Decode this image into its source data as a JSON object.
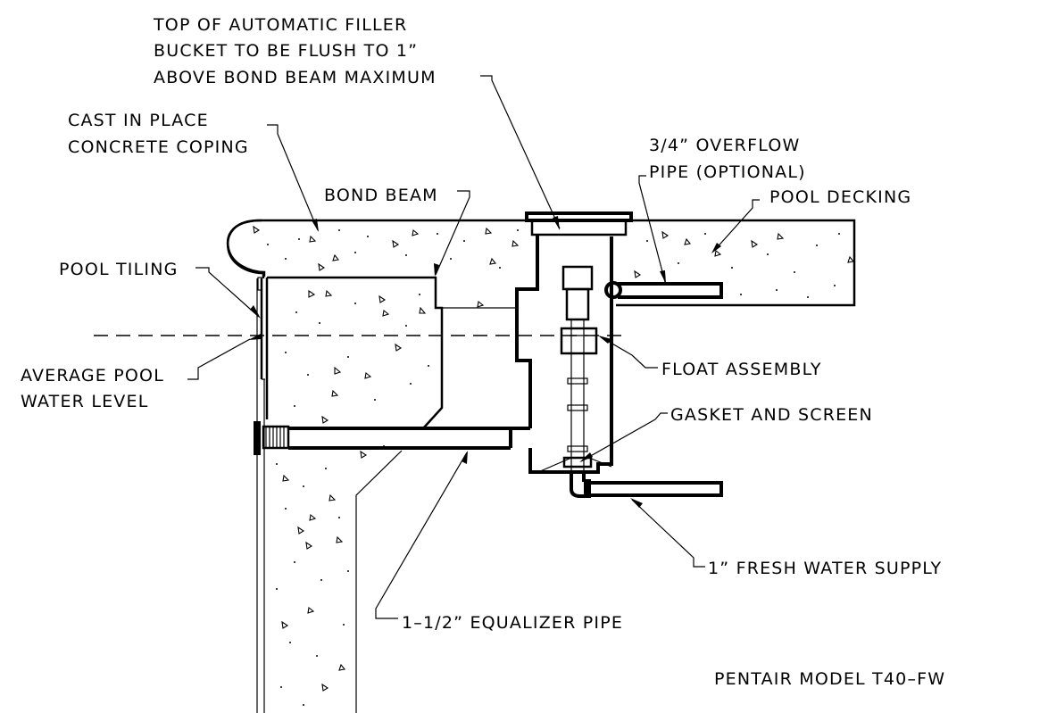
{
  "labels": {
    "filler_top_1": "TOP OF AUTOMATIC FILLER",
    "filler_top_2": "BUCKET TO BE FLUSH TO 1”",
    "filler_top_3": "ABOVE BOND BEAM MAXIMUM",
    "coping_1": "CAST IN PLACE",
    "coping_2": "CONCRETE COPING",
    "overflow_1": "3/4” OVERFLOW",
    "overflow_2": "PIPE (OPTIONAL)",
    "decking": "POOL DECKING",
    "bond_beam": "BOND BEAM",
    "tiling": "POOL TILING",
    "water_1": "AVERAGE POOL",
    "water_2": "WATER LEVEL",
    "float": "FLOAT ASSEMBLY",
    "gasket": "GASKET AND SCREEN",
    "supply": "1” FRESH WATER SUPPLY",
    "equalizer": "1–1/2” EQUALIZER PIPE",
    "model": "PENTAIR  MODEL T40–FW"
  }
}
